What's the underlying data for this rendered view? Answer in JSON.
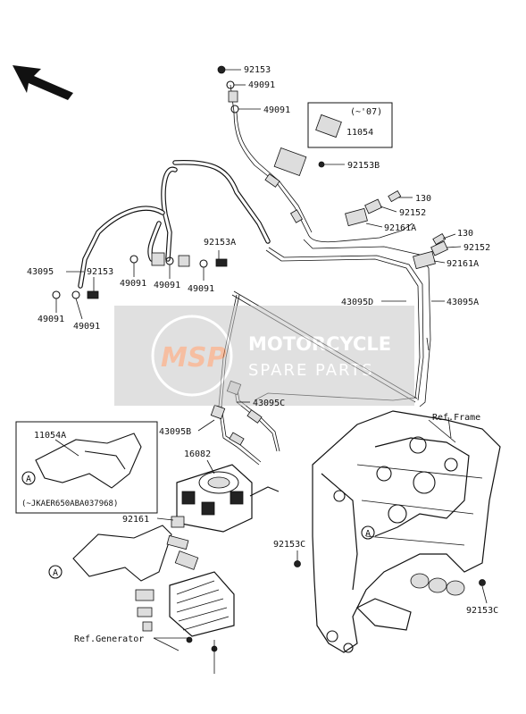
{
  "watermark": {
    "logo": "MSP",
    "line1": "MOTORCYCLE",
    "line2": "SPARE PARTS"
  },
  "insets": {
    "top_right": {
      "code": "(~'07)",
      "part": "11054"
    },
    "left": {
      "part": "11054A",
      "code": "(~JKAER650ABA037968)",
      "ref_marker": "A"
    }
  },
  "ref_markers": [
    "A",
    "A",
    "A"
  ],
  "references": {
    "frame": "Ref.Frame",
    "generator": "Ref.Generator"
  },
  "parts": [
    {
      "id": "92153_top",
      "label": "92153"
    },
    {
      "id": "49091_a",
      "label": "49091"
    },
    {
      "id": "49091_b",
      "label": "49091"
    },
    {
      "id": "92153B",
      "label": "92153B"
    },
    {
      "id": "130_a",
      "label": "130"
    },
    {
      "id": "92152_a",
      "label": "92152"
    },
    {
      "id": "92161A_a",
      "label": "92161A"
    },
    {
      "id": "130_b",
      "label": "130"
    },
    {
      "id": "92152_b",
      "label": "92152"
    },
    {
      "id": "92161A_b",
      "label": "92161A"
    },
    {
      "id": "92153A",
      "label": "92153A"
    },
    {
      "id": "43095",
      "label": "43095"
    },
    {
      "id": "92153_left",
      "label": "92153"
    },
    {
      "id": "49091_c",
      "label": "49091"
    },
    {
      "id": "49091_d",
      "label": "49091"
    },
    {
      "id": "49091_e",
      "label": "49091"
    },
    {
      "id": "49091_f",
      "label": "49091"
    },
    {
      "id": "49091_g",
      "label": "49091"
    },
    {
      "id": "43095D",
      "label": "43095D"
    },
    {
      "id": "43095A",
      "label": "43095A"
    },
    {
      "id": "43095C",
      "label": "43095C"
    },
    {
      "id": "43095B",
      "label": "43095B"
    },
    {
      "id": "16082",
      "label": "16082"
    },
    {
      "id": "92161",
      "label": "92161"
    },
    {
      "id": "92153C_a",
      "label": "92153C"
    },
    {
      "id": "92153C_b",
      "label": "92153C"
    }
  ]
}
